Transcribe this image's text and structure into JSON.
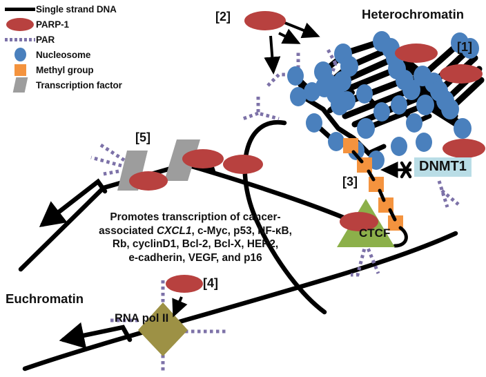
{
  "figure": {
    "title": "PARP-1 regulation of chromatin structure and transcription",
    "background_color": "#ffffff"
  },
  "colors": {
    "parp1_red": "#b8413f",
    "nucleosome_blue": "#4a80bd",
    "methyl_orange": "#f4933e",
    "transcription_factor_gray": "#9d9d9d",
    "par_purple": "#7d72a8",
    "dna_black": "#000000",
    "ctcf_green": "#8cb04a",
    "rnapol_khaki": "#9d9145",
    "dnmt1_box_blue": "#b9dde6"
  },
  "legend": {
    "items": [
      {
        "key": "line-black",
        "icon": "dna-strand-icon",
        "label": "Single strand DNA"
      },
      {
        "key": "ellipse-red",
        "icon": "parp1-ellipse-icon",
        "label": "PARP-1"
      },
      {
        "key": "dotted-purple",
        "icon": "par-dotted-icon",
        "label": "PAR"
      },
      {
        "key": "circle-blue",
        "icon": "nucleosome-circle-icon",
        "label": "Nucleosome"
      },
      {
        "key": "square-orange",
        "icon": "methyl-square-icon",
        "label": "Methyl group"
      },
      {
        "key": "parallelogram-gray",
        "icon": "transcription-factor-icon",
        "label": "Transcription factor"
      }
    ]
  },
  "labels": {
    "heterochromatin": "Heterochromatin",
    "euchromatin": "Euchromatin",
    "ctcf": "CTCF",
    "dnmt1": "DNMT1",
    "rna_pol_ii": "RNA pol II"
  },
  "step_tags": {
    "one": "[1]",
    "two": "[2]",
    "three": "[3]",
    "four": "[4]",
    "five": "[5]"
  },
  "promotes_text": {
    "line1": "Promotes transcription of cancer-",
    "line2_prefix": "associated ",
    "line2_italic": "CXCL1",
    "line2_suffix": ", c-Myc, p53, NF-κB,",
    "line3": "Rb, cyclinD1, Bcl-2, Bcl-X, HER2,",
    "line4": "e-cadherin, VEGF, and p16"
  },
  "diagram_elements": {
    "nucleosome_count_open_chain": 9,
    "nucleosome_count_heterochromatin": 18,
    "methyl_group_count": 5,
    "parp1_count": 9,
    "transcription_factor_count": 2,
    "inhibition_marker": "X",
    "inhibition_meaning": "DNMT1 blocked from methylated DNA"
  }
}
